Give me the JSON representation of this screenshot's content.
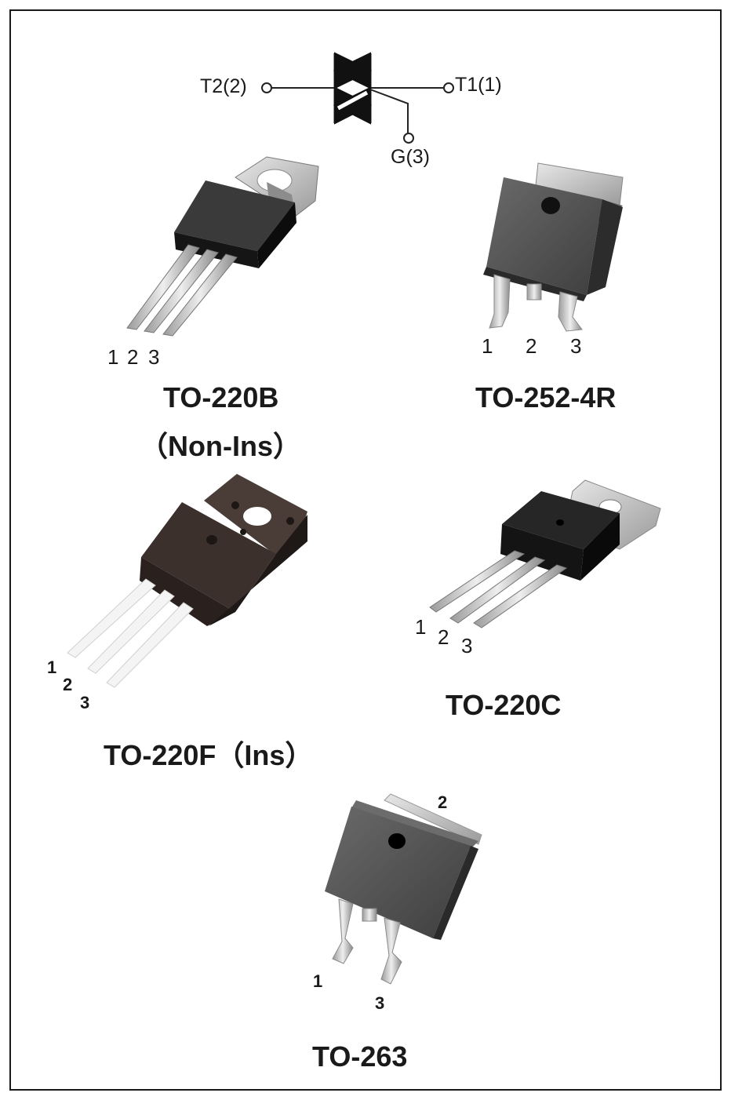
{
  "symbol": {
    "t2": "T2(2)",
    "t1": "T1(1)",
    "gate": "G(3)"
  },
  "packages": [
    {
      "name": "TO-220B",
      "note": "（Non-Ins）",
      "pins": [
        "1",
        "2",
        "3"
      ]
    },
    {
      "name": "TO-252-4R",
      "pins": [
        "1",
        "2",
        "3"
      ]
    },
    {
      "name": "TO-220F（Ins）",
      "pins": [
        "1",
        "2",
        "3"
      ]
    },
    {
      "name": "TO-220C",
      "pins": [
        "1",
        "2",
        "3"
      ]
    },
    {
      "name": "TO-263",
      "pins": [
        "2",
        "1",
        "3"
      ]
    }
  ],
  "colors": {
    "body_black": "#262626",
    "body_gray": "#4a4a4a",
    "body_brown": "#3b302c",
    "metal": "#c9c9c9",
    "lead_white": "#f2f2f2"
  }
}
